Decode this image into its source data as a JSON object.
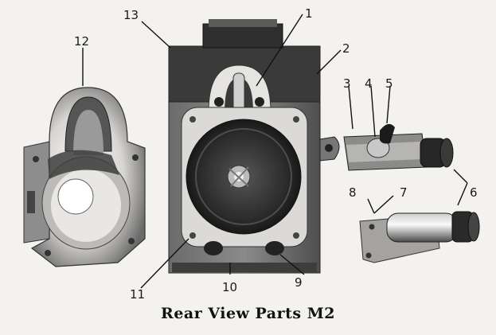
{
  "caption": "Rear View Parts M2",
  "callouts": {
    "c1": "1",
    "c2": "2",
    "c3": "3",
    "c4": "4",
    "c5": "5",
    "c6": "6",
    "c7": "7",
    "c8": "8",
    "c9": "9",
    "c10": "10",
    "c11": "11",
    "c12": "12",
    "c13": "13"
  }
}
